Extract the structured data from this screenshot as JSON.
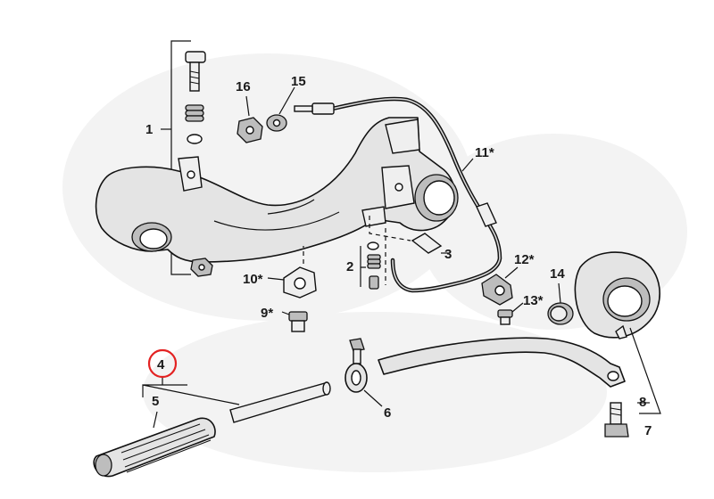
{
  "diagram": {
    "callouts": {
      "p1": "1",
      "p2": "2",
      "p3": "3",
      "p4": "4",
      "p5": "5",
      "p6": "6",
      "p7": "7",
      "p8": "8",
      "p9": "9*",
      "p10": "10*",
      "p11": "11*",
      "p12": "12*",
      "p13": "13*",
      "p14": "14",
      "p15": "15",
      "p16": "16"
    },
    "highlighted_callout": "4",
    "highlight_color": "#e32222",
    "line_color": "#111111"
  }
}
